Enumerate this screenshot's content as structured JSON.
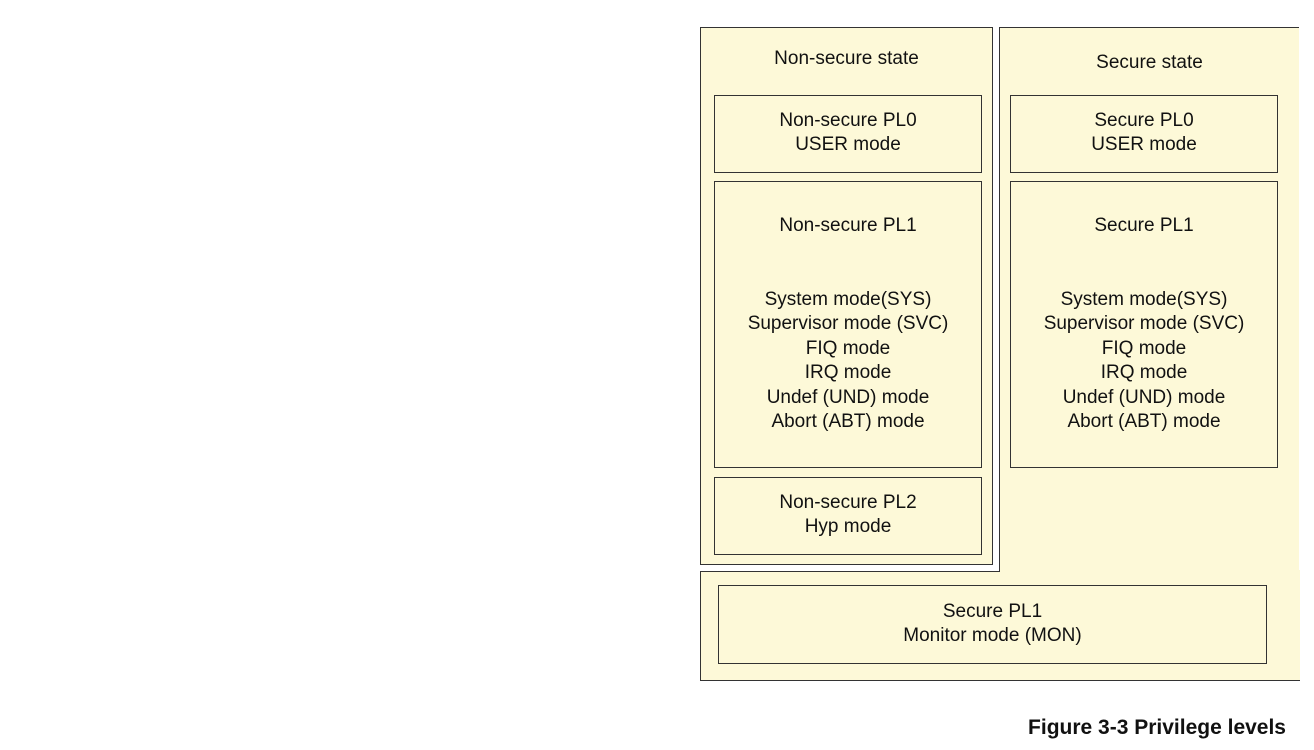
{
  "diagram": {
    "nonsecure": {
      "title": "Non-secure state",
      "pl0": {
        "line1": "Non-secure PL0",
        "line2": "USER mode"
      },
      "pl1": {
        "title": "Non-secure PL1",
        "modes": [
          "System mode(SYS)",
          "Supervisor mode (SVC)",
          "FIQ mode",
          "IRQ mode",
          "Undef (UND) mode",
          "Abort (ABT) mode"
        ]
      },
      "pl2": {
        "line1": "Non-secure PL2",
        "line2": "Hyp mode"
      }
    },
    "secure": {
      "title": "Secure state",
      "pl0": {
        "line1": "Secure PL0",
        "line2": "USER mode"
      },
      "pl1": {
        "title": "Secure PL1",
        "modes": [
          "System mode(SYS)",
          "Supervisor mode (SVC)",
          "FIQ mode",
          "IRQ mode",
          "Undef (UND) mode",
          "Abort (ABT) mode"
        ]
      }
    },
    "monitor": {
      "line1": "Secure PL1",
      "line2": "Monitor mode (MON)"
    }
  },
  "caption": "Figure 3-3 Privilege levels",
  "colors": {
    "box_fill": "#fdf9d8",
    "border": "#333333"
  }
}
